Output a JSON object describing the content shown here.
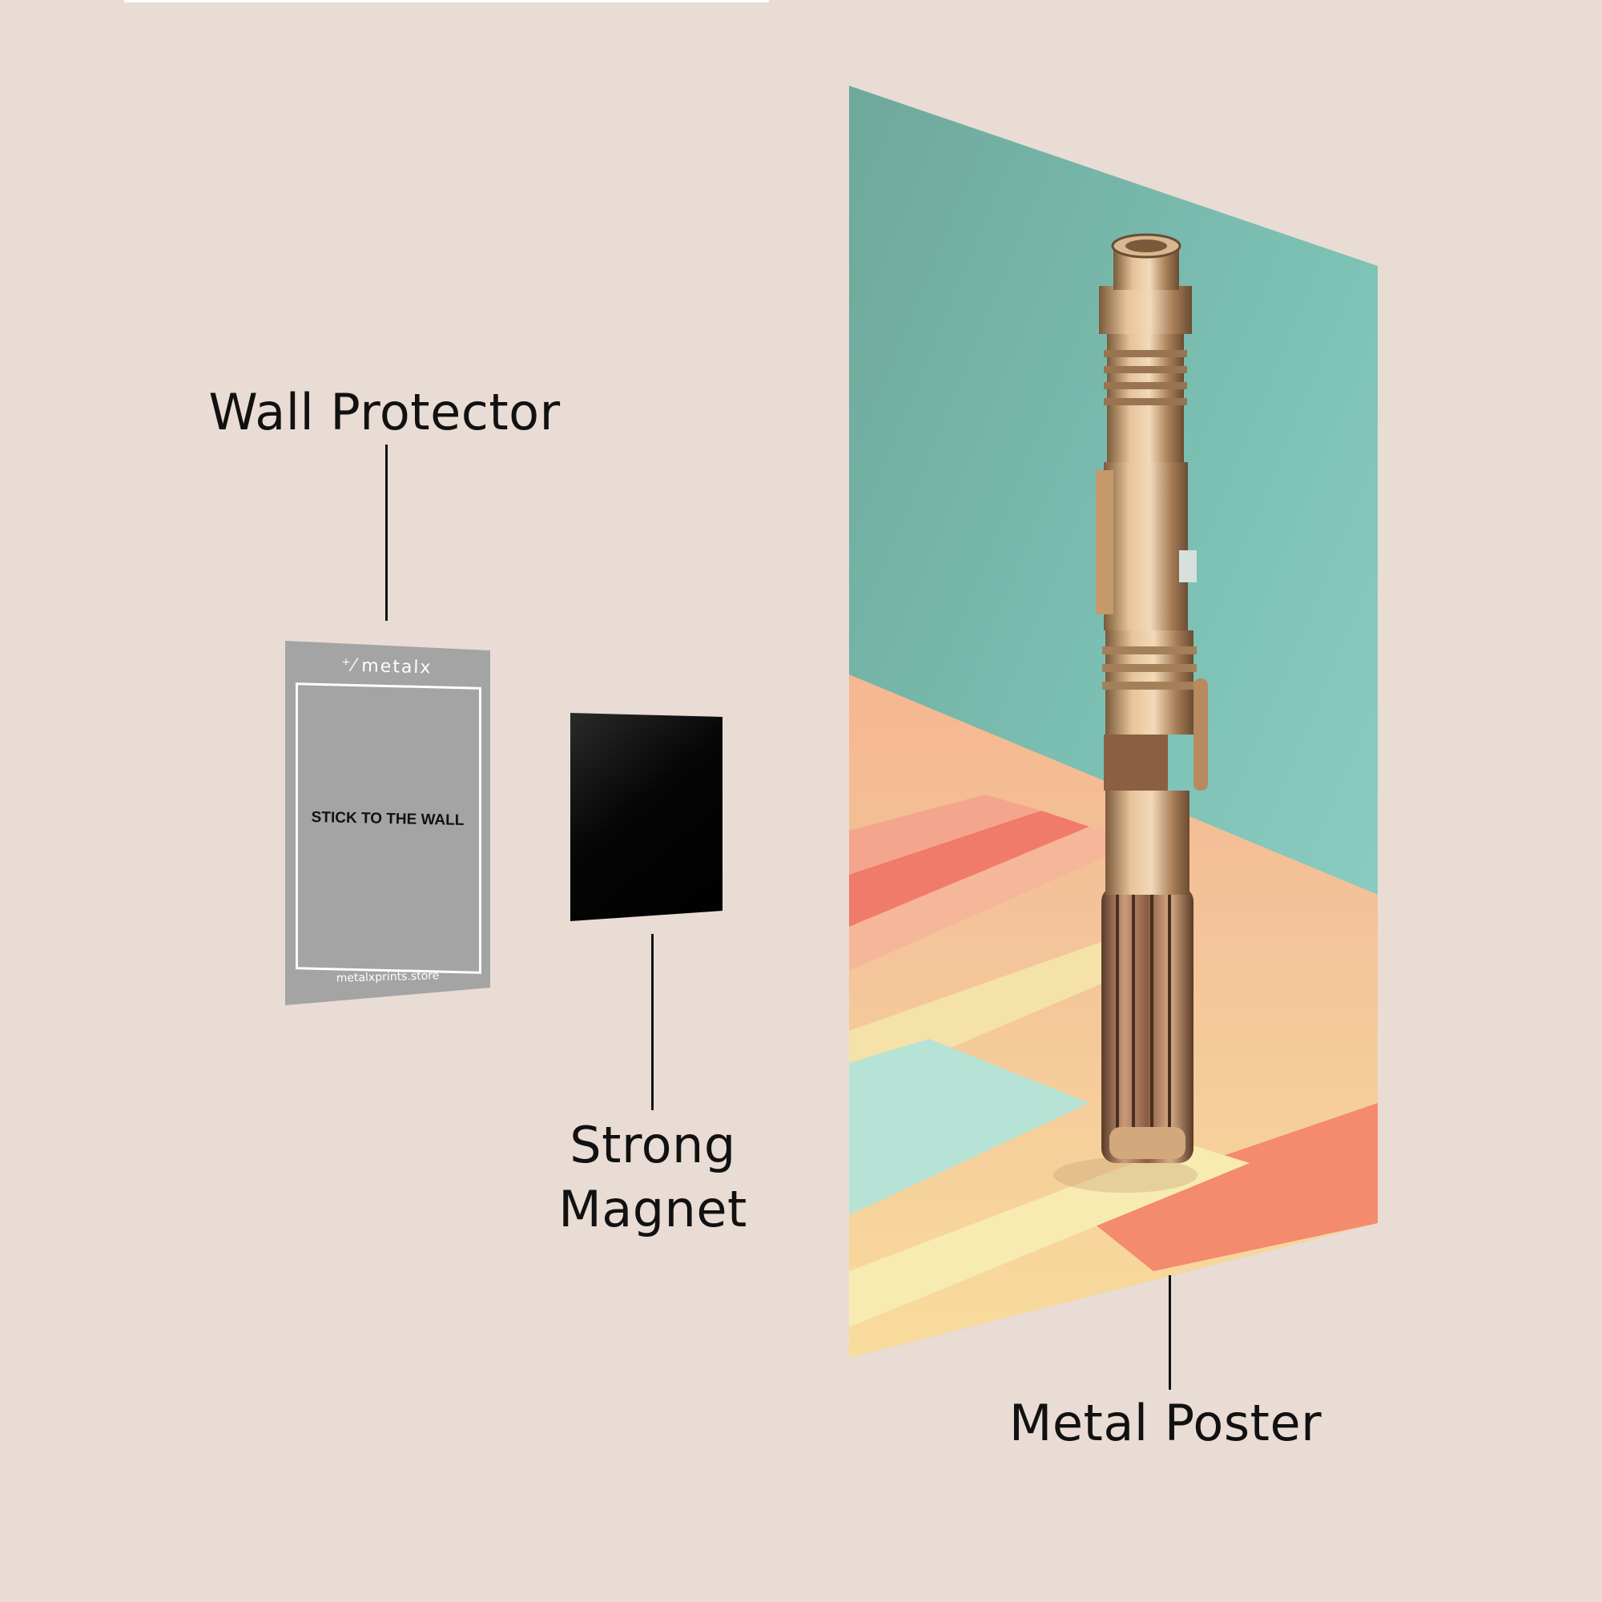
{
  "labels": {
    "wall_protector": "Wall Protector",
    "strong_magnet_line1": "Strong",
    "strong_magnet_line2": "Magnet",
    "metal_poster": "Metal Poster"
  },
  "protector": {
    "logo_text": "metalx",
    "main_text": "STICK TO THE WALL",
    "url_text": "metalxprints.store"
  },
  "colors": {
    "background": "#e9dcd4",
    "protector": "#a4a4a4",
    "magnet": "#000000",
    "poster_teal": "#7dc2b8",
    "poster_peach": "#f4b98f",
    "poster_coral": "#f07b6a",
    "poster_cream": "#f6d89a"
  }
}
